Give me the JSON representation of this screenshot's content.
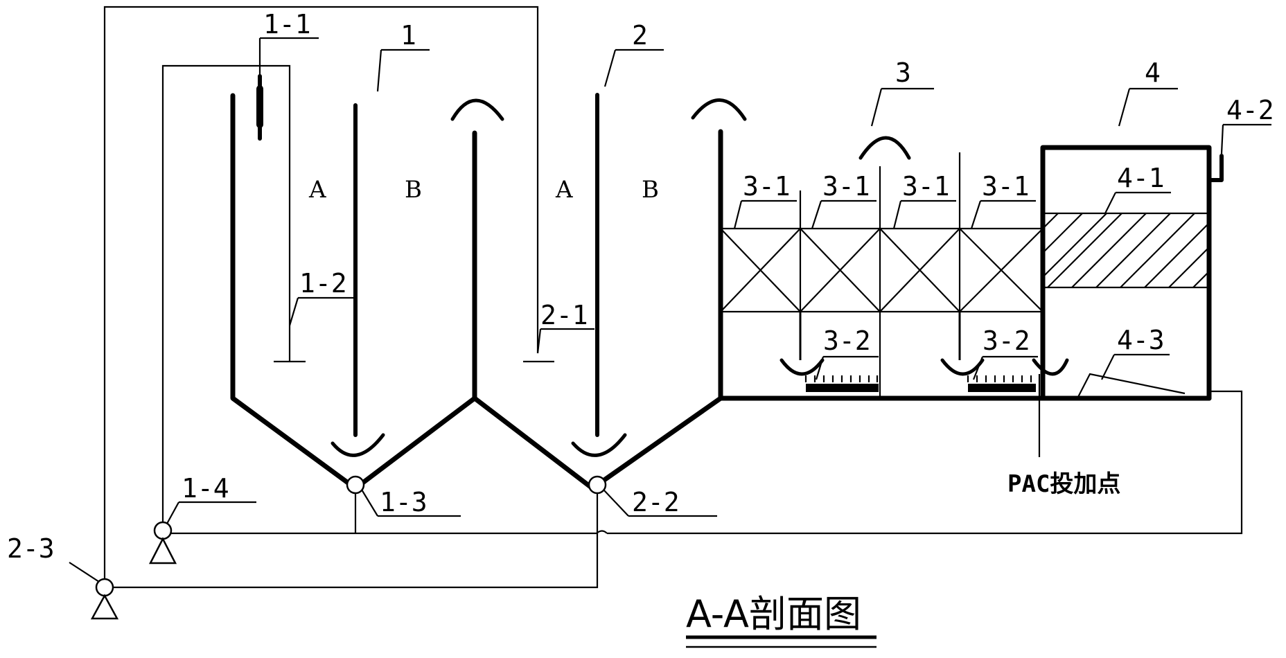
{
  "title": "A-A剖面图",
  "zone_labels": [
    "A",
    "B",
    "A",
    "B"
  ],
  "callouts": {
    "l1": "1",
    "l2": "2",
    "l3": "3",
    "l4": "4",
    "l1_1": "1-1",
    "l1_2": "1-2",
    "l1_3": "1-3",
    "l1_4": "1-4",
    "l2_1": "2-1",
    "l2_2": "2-2",
    "l2_3": "2-3",
    "l3_1": "3-1",
    "l3_2": "3-2",
    "l4_1": "4-1",
    "l4_2": "4-2",
    "l4_3": "4-3"
  },
  "pac_label": "PAC投加点"
}
